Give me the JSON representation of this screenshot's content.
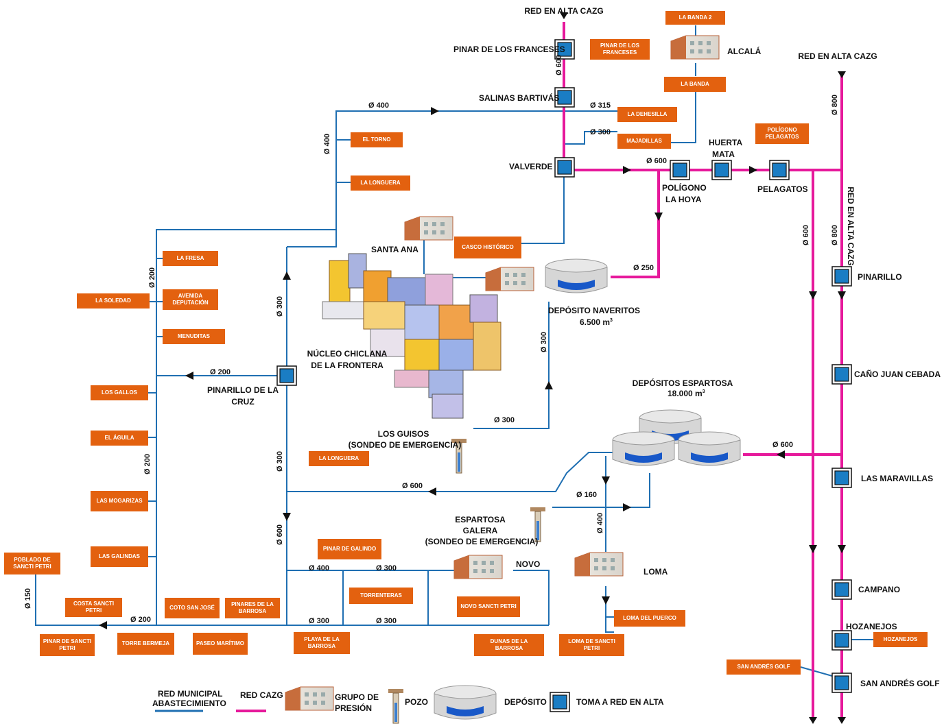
{
  "header": {
    "red_alta_top": "RED EN ALTA CAZG",
    "red_alta_right": "RED EN ALTA CAZG",
    "red_alta_vertical": "RED EN ALTA CAZG"
  },
  "nodes": {
    "pinar_franceses": "PINAR DE LOS FRANCESES",
    "salinas": "SALINAS BARTIVÁS",
    "valverde": "VALVERDE",
    "poligono_hoya_1": "POLÍGONO",
    "poligono_hoya_2": "LA HOYA",
    "huerta_mata_1": "HUERTA",
    "huerta_mata_2": "MATA",
    "pelagatos": "PELAGATOS",
    "alcala": "ALCALÁ",
    "santa_ana": "SANTA ANA",
    "pinarillo": "PINARILLO",
    "cano_juan": "CAÑO JUAN CEBADA",
    "maravillas": "LAS MARAVILLAS",
    "campano": "CAMPANO",
    "hozanejos": "HOZANEJOS",
    "san_andres": "SAN ANDRÉS GOLF",
    "pinarillo_cruz_1": "PINARILLO DE LA",
    "pinarillo_cruz_2": "CRUZ",
    "nucleo_1": "NÚCLEO CHICLANA",
    "nucleo_2": "DE LA FRONTERA",
    "deposito_naveritos": "DEPÓSITO NAVERITOS",
    "naveritos_cap": "6.500 m",
    "depositos_espartosa": "DEPÓSITOS ESPARTOSA",
    "espartosa_cap": "18.000 m",
    "guisos_1": "LOS GUISOS",
    "guisos_2": "(SONDEO DE EMERGENCIA)",
    "espartosa_galera_1": "ESPARTOSA",
    "espartosa_galera_2": "GALERA",
    "espartosa_galera_3": "(SONDEO DE EMERGENCIA)",
    "novo": "NOVO",
    "loma": "LOMA",
    "superscript": "3"
  },
  "pipes": {
    "p600_top": "Ø 600",
    "p400_top": "Ø 400",
    "p315": "Ø 315",
    "p300_maja": "Ø 300",
    "p400_left": "Ø 400",
    "p600_valverde": "Ø 600",
    "p250": "Ø 250",
    "p800_a": "Ø 800",
    "p600_right": "Ø 600",
    "p800_b": "Ø 800",
    "p200_a": "Ø 200",
    "p300_a": "Ø 300",
    "p300_b": "Ø 300",
    "p200_b": "Ø 200",
    "p200_c": "Ø 200",
    "p300_c": "Ø 300",
    "p300_d": "Ø 300",
    "p600_esp": "Ø 600",
    "p600_mid": "Ø 600",
    "p160": "Ø 160",
    "p400_loma": "Ø 400",
    "p600_down": "Ø 600",
    "p400_bottom": "Ø 400",
    "p300_e": "Ø 300",
    "p300_f": "Ø 300",
    "p300_g": "Ø 300",
    "p150": "Ø 150",
    "p200_bottom": "Ø 200"
  },
  "boxes": {
    "pinar_franceses_box": "PINAR DE LOS FRANCESES",
    "la_banda_2": "LA BANDA 2",
    "la_banda": "LA BANDA",
    "la_dehesilla": "LA DEHESILLA",
    "majadillas": "MAJADILLAS",
    "poligono_pelagatos": "POLÍGONO PELAGATOS",
    "el_torno": "EL TORNO",
    "la_longuera_top": "LA LONGUERA",
    "casco_historico": "CASCO HISTÓRICO",
    "la_fresa": "LA FRESA",
    "la_soledad": "LA SOLEDAD",
    "avenida_deputacion": "AVENIDA DEPUTACIÓN",
    "menuditas": "MENUDITAS",
    "los_gallos": "LOS GALLOS",
    "el_aguila": "EL ÁGUILA",
    "las_mogarizas": "LAS MOGARIZAS",
    "las_galindas": "LAS GALINDAS",
    "poblado_sancti_petri": "POBLADO DE SANCTI PETRI",
    "costa_sancti_petri": "COSTA SANCTI PETRI",
    "coto_san_jose": "COTO SAN JOSÉ",
    "pinares_barrosa": "PINARES DE LA BARROSA",
    "pinar_sancti_petri": "PINAR DE SANCTI PETRI",
    "torre_bermeja": "TORRE BERMEJA",
    "paseo_maritimo": "PASEO MARÍTIMO",
    "playa_barrosa": "PLAYA DE LA BARROSA",
    "la_longuera_mid": "LA LONGUERA",
    "pinar_galindo": "PINAR DE GALINDO",
    "torrenteras": "TORRENTERAS",
    "novo_sancti_petri": "NOVO SANCTI PETRI",
    "dunas_barrosa": "DUNAS DE LA BARROSA",
    "loma_puerco": "LOMA DEL PUERCO",
    "loma_sancti_petri": "LOMA DE SANCTI PETRI",
    "san_andres_golf_box": "SAN ANDRÉS GOLF",
    "hozanejos_box": "HOZANEJOS"
  },
  "legend": {
    "red_municipal_1": "RED MUNICIPAL",
    "red_municipal_2": "ABASTECIMIENTO",
    "red_cazg": "RED CAZG",
    "grupo_1": "GRUPO DE",
    "grupo_2": "PRESIÓN",
    "pozo": "POZO",
    "deposito": "DEPÓSITO",
    "toma": "TOMA A RED EN ALTA"
  },
  "colors": {
    "municipal": "#1f6fb2",
    "cazg": "#e6199b",
    "box": "#e3610f",
    "toma": "#1a7dc4"
  }
}
